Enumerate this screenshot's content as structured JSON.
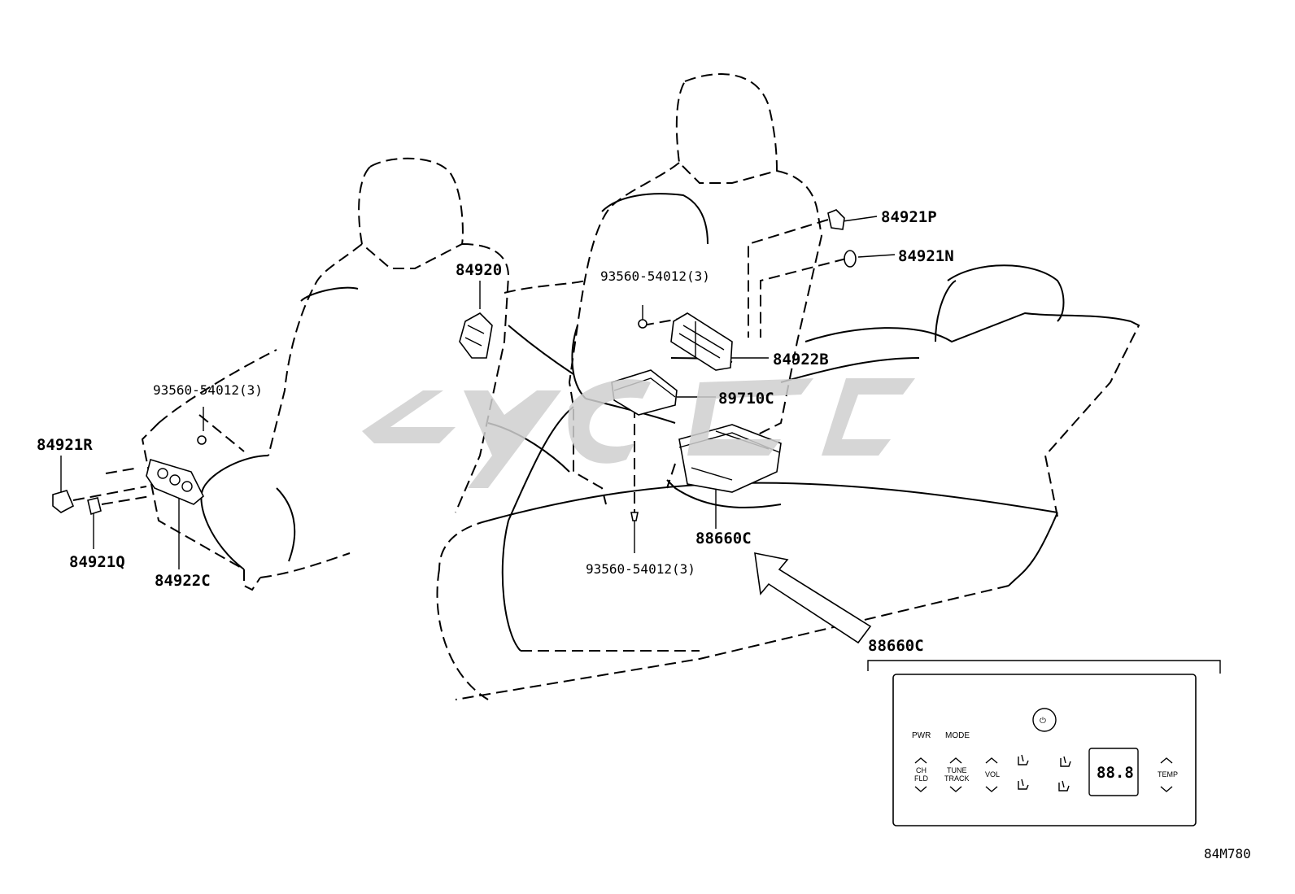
{
  "labels": {
    "p84920": "84920",
    "p84921P": "84921P",
    "p84921N": "84921N",
    "p84922B": "84922B",
    "p89710C": "89710C",
    "p88660C_a": "88660C",
    "p88660C_b": "88660C",
    "p84921R": "84921R",
    "p84921Q": "84921Q",
    "p84922C": "84922C",
    "bolt_a": "93560-54012(3)",
    "bolt_b": "93560-54012(3)",
    "bolt_c": "93560-54012(3)",
    "diagram_code": "84M780"
  },
  "panel": {
    "pwr": "PWR",
    "mode": "MODE",
    "ch_1": "CH",
    "ch_2": "FLD",
    "tune_1": "TUNE",
    "tune_2": "TRACK",
    "vol": "VOL",
    "temp": "TEMP",
    "display": "88.8",
    "power_symbol": "⏻"
  },
  "icons": [
    "power-icon",
    "seat-heat-icon",
    "seat-vent-icon",
    "chevron-up-icon",
    "chevron-down-icon"
  ]
}
